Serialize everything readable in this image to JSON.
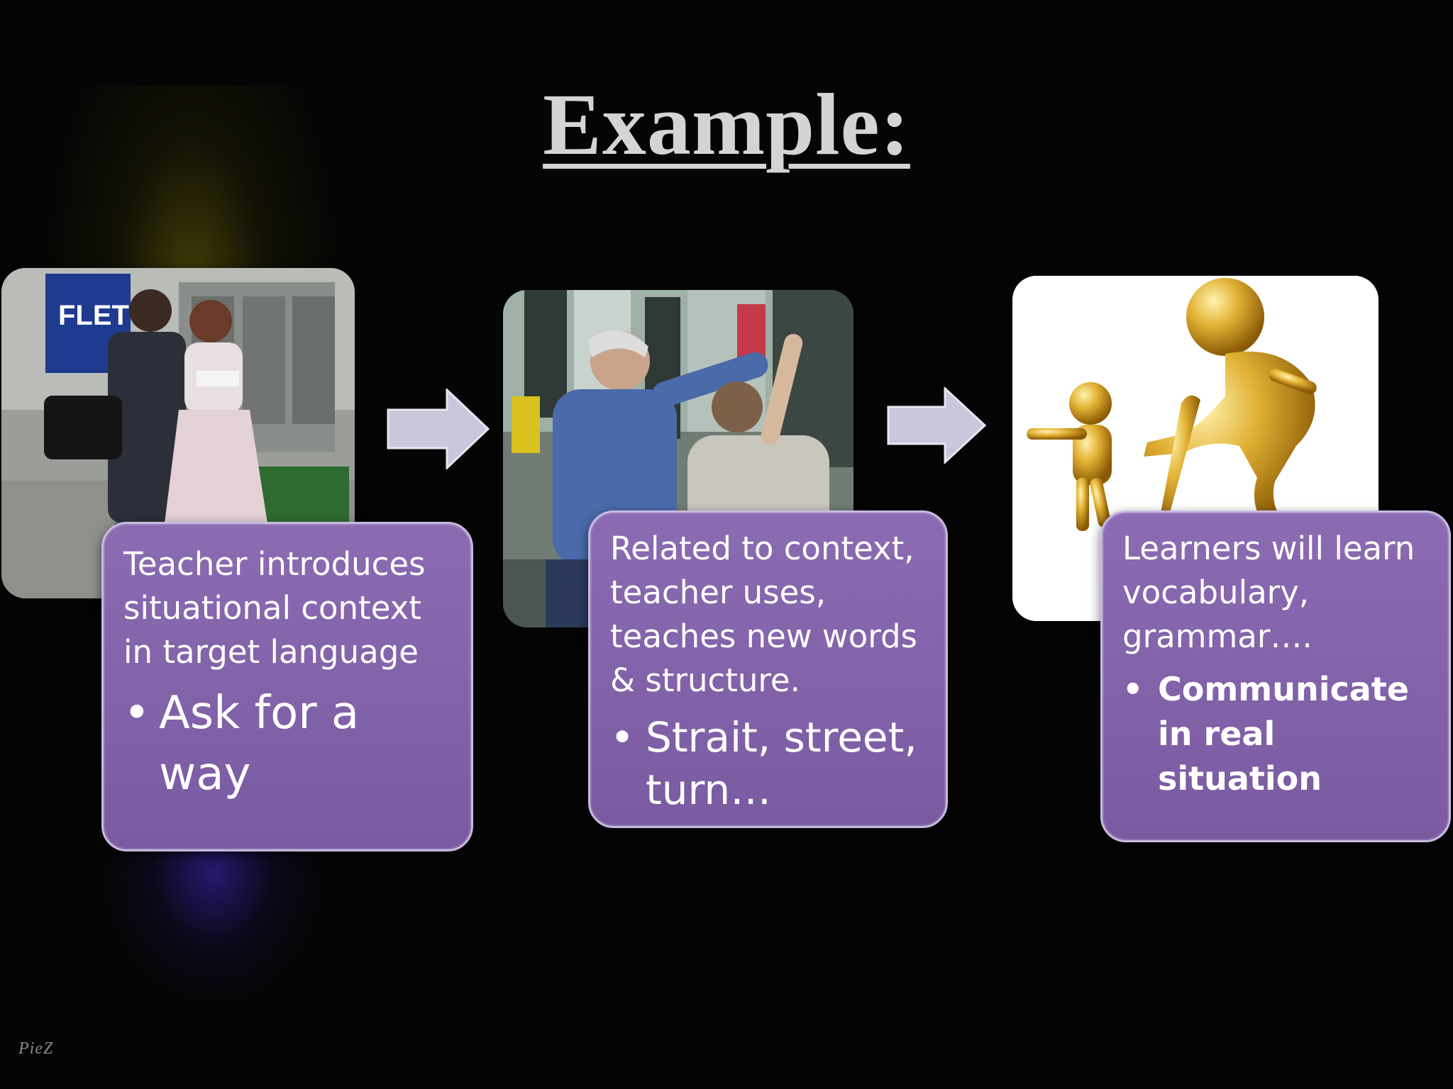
{
  "slide": {
    "title": "Example:",
    "footer_logo": "PieZ"
  },
  "steps": [
    {
      "description": "Teacher introduces situational context in target language",
      "bullet": "Ask for a way",
      "photo_subject": "street-asking-directions-photo"
    },
    {
      "description": "Related to context, teacher uses, teaches new words & structure.",
      "bullet": "Strait, street, turn…",
      "photo_subject": "man-pointing-directions-photo"
    },
    {
      "description": "Learners will learn vocabulary, grammar….",
      "bullet": "Communicate in real situation",
      "photo_subject": "golden-figures-pointing-image"
    }
  ],
  "colors": {
    "background": "#050505",
    "box_fill": "#8066a8",
    "box_border": "#c8b9e0",
    "arrow_fill": "#cbc6dc",
    "title": "#d4d4d4"
  },
  "icons": {
    "bullet": "bullet-dot",
    "arrow": "right-arrow"
  }
}
